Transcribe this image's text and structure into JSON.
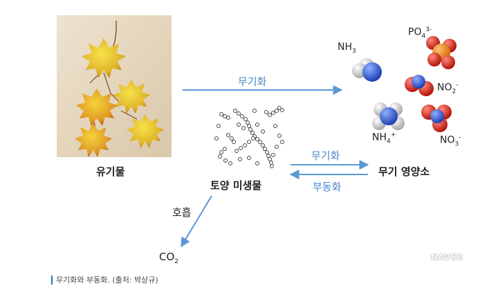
{
  "labels": {
    "organic_matter": "유기물",
    "soil_microbes": "토양 미생물",
    "inorganic_nutrients": "무기 영양소",
    "mineralization_top": "무기화",
    "mineralization_mid": "무기화",
    "immobilization": "부동화",
    "respiration": "호흡"
  },
  "chem": {
    "nh3": {
      "base": "NH",
      "sub": "3"
    },
    "po4": {
      "base": "PO",
      "sub": "4",
      "sup": "3-"
    },
    "no2": {
      "base": "NO",
      "sub": "2",
      "sup": "-"
    },
    "nh4": {
      "base": "NH",
      "sub": "4",
      "sup": "+"
    },
    "no3": {
      "base": "NO",
      "sub": "3",
      "sup": "-"
    },
    "co2": {
      "base": "CO",
      "sub": "2"
    }
  },
  "caption": "무기화와 부동화. (출처: 박상규)",
  "watermark": "NAVER",
  "colors": {
    "arrow": "#5b97d3",
    "caption_bar": "#2e6bd6"
  }
}
